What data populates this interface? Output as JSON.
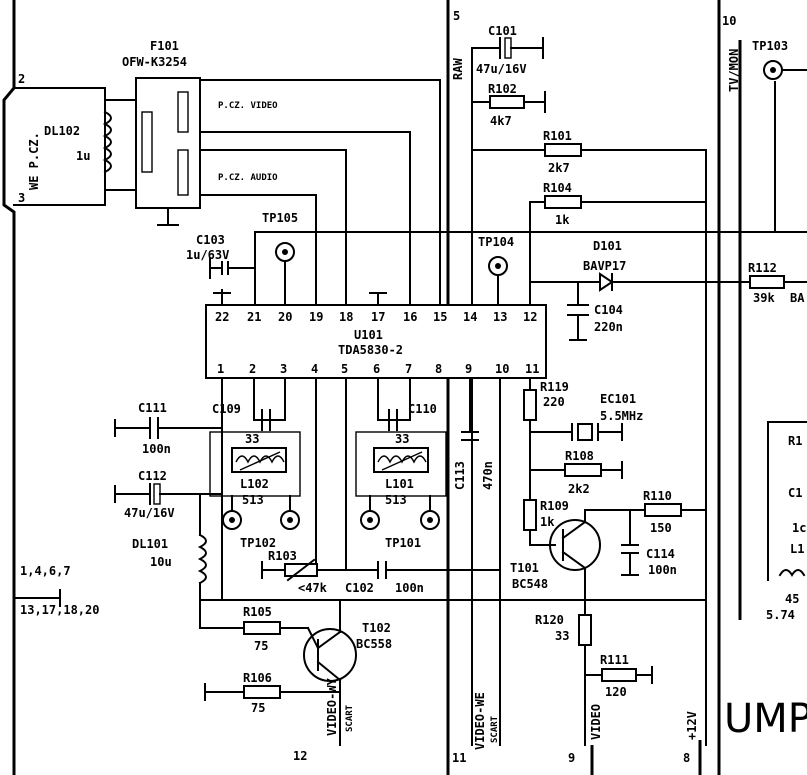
{
  "border": {
    "left_connector": "WE P.CZ.",
    "pin_2": "2",
    "pin_3": "3",
    "pin_5": "5",
    "pin_10": "10",
    "pin_12": "12",
    "pin_11": "11",
    "pin_9": "9",
    "pin_8": "8",
    "ground_list_1": "1,4,6,7",
    "ground_list_2": "13,17,18,20",
    "net_raw": "RAW",
    "net_tvmon": "TV/MON",
    "net_video_wy": "VIDEO-WY",
    "net_scart_1": "SCART",
    "net_video_we": "VIDEO-WE",
    "net_scart_2": "SCART",
    "net_video": "VIDEO",
    "net_12v": "+12V",
    "title_fragment": "UMP"
  },
  "filter": {
    "ref": "F101",
    "part": "OFW-K3254",
    "out_video": "P.CZ. VIDEO",
    "out_audio": "P.CZ. AUDIO"
  },
  "ic": {
    "ref": "U101",
    "part": "TDA5830-2",
    "pins_top": [
      "22",
      "21",
      "20",
      "19",
      "18",
      "17",
      "16",
      "15",
      "14",
      "13",
      "12"
    ],
    "pins_bottom": [
      "1",
      "2",
      "3",
      "4",
      "5",
      "6",
      "7",
      "8",
      "9",
      "10",
      "11"
    ]
  },
  "parts": {
    "dl102": {
      "ref": "DL102",
      "val": "1u"
    },
    "c101": {
      "ref": "C101",
      "val": "47u/16V"
    },
    "r102": {
      "ref": "R102",
      "val": "4k7"
    },
    "r101": {
      "ref": "R101",
      "val": "2k7"
    },
    "r104": {
      "ref": "R104",
      "val": "1k"
    },
    "tp103": {
      "ref": "TP103"
    },
    "tp105": {
      "ref": "TP105"
    },
    "tp104": {
      "ref": "TP104"
    },
    "c103": {
      "ref": "C103",
      "val": "1u/63V"
    },
    "d101": {
      "ref": "D101",
      "val": "BAVP17"
    },
    "r112": {
      "ref": "R112",
      "val": "39k",
      "extra": "BA"
    },
    "c104": {
      "ref": "C104",
      "val": "220n"
    },
    "c111": {
      "ref": "C111",
      "val": "100n"
    },
    "c112": {
      "ref": "C112",
      "val": "47u/16V"
    },
    "c109": {
      "ref": "C109",
      "val": "33"
    },
    "c110": {
      "ref": "C110",
      "val": "33"
    },
    "l102": {
      "ref": "L102",
      "val": "513"
    },
    "l101": {
      "ref": "L101",
      "val": "513"
    },
    "c113": {
      "ref": "C113",
      "val": "470n"
    },
    "tp102": {
      "ref": "TP102"
    },
    "tp101": {
      "ref": "TP101"
    },
    "dl101": {
      "ref": "DL101",
      "val": "10u"
    },
    "r103": {
      "ref": "R103",
      "val": "<47k"
    },
    "c102": {
      "ref": "C102",
      "val": "100n"
    },
    "r119": {
      "ref": "R119",
      "val": "220"
    },
    "ec101": {
      "ref": "EC101",
      "val": "5.5MHz"
    },
    "r108": {
      "ref": "R108",
      "val": "2k2"
    },
    "r109": {
      "ref": "R109",
      "val": "1k"
    },
    "r110": {
      "ref": "R110",
      "val": "150"
    },
    "c114": {
      "ref": "C114",
      "val": "100n"
    },
    "t101": {
      "ref": "T101",
      "val": "BC548"
    },
    "r105": {
      "ref": "R105",
      "val": "75"
    },
    "t102": {
      "ref": "T102",
      "val": "BC558"
    },
    "r106": {
      "ref": "R106",
      "val": "75"
    },
    "r120": {
      "ref": "R120",
      "val": "33"
    },
    "r111": {
      "ref": "R111",
      "val": "120"
    }
  },
  "cropped_right": {
    "r1": "R1",
    "c1": "C1",
    "v1": "1c",
    "l1": "L1",
    "v2": "45",
    "v3": "5.74"
  }
}
